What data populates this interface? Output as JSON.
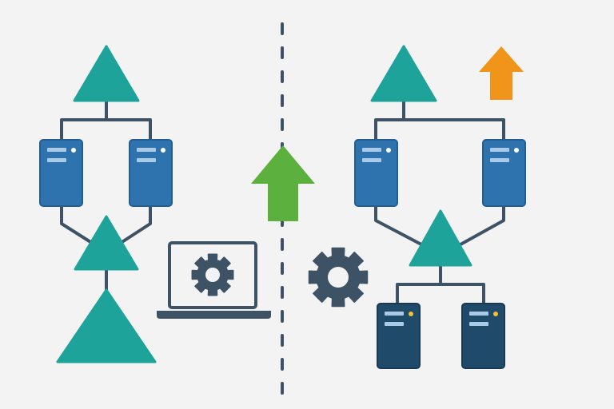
{
  "colors": {
    "background": "#f3f3f3",
    "router": "#1ea39a",
    "connector": "#3e5266",
    "divider": "#3e5266",
    "server_light": "#2f73ae",
    "server_light_edge": "#245d90",
    "server_dark": "#204a6a",
    "server_dark_edge": "#183a55",
    "server_slot": "#a9cbe8",
    "led_white": "#ffffff",
    "led_amber": "#f2c232",
    "arrow_green": "#5bb03e",
    "arrow_orange": "#f0951a",
    "gear": "#3e5266",
    "laptop": "#3e5266"
  },
  "icons": {
    "router": "triangle-network-node-icon",
    "server": "server-rack-icon",
    "arrow": "up-arrow-icon",
    "gear": "gear-icon",
    "laptop": "laptop-icon"
  },
  "scene": {
    "left_network": {
      "routers": 3,
      "servers": 2,
      "server_style": "light",
      "led_color": "white"
    },
    "center": {
      "divider_style": "dashed",
      "laptop_shows": "gear-icon",
      "upgrade_arrow_color": "green"
    },
    "right_network": {
      "routers": 2,
      "servers": 4,
      "upper_server_style": "light",
      "lower_server_style": "dark",
      "standalone_gear": true,
      "small_arrow_color": "orange"
    }
  }
}
